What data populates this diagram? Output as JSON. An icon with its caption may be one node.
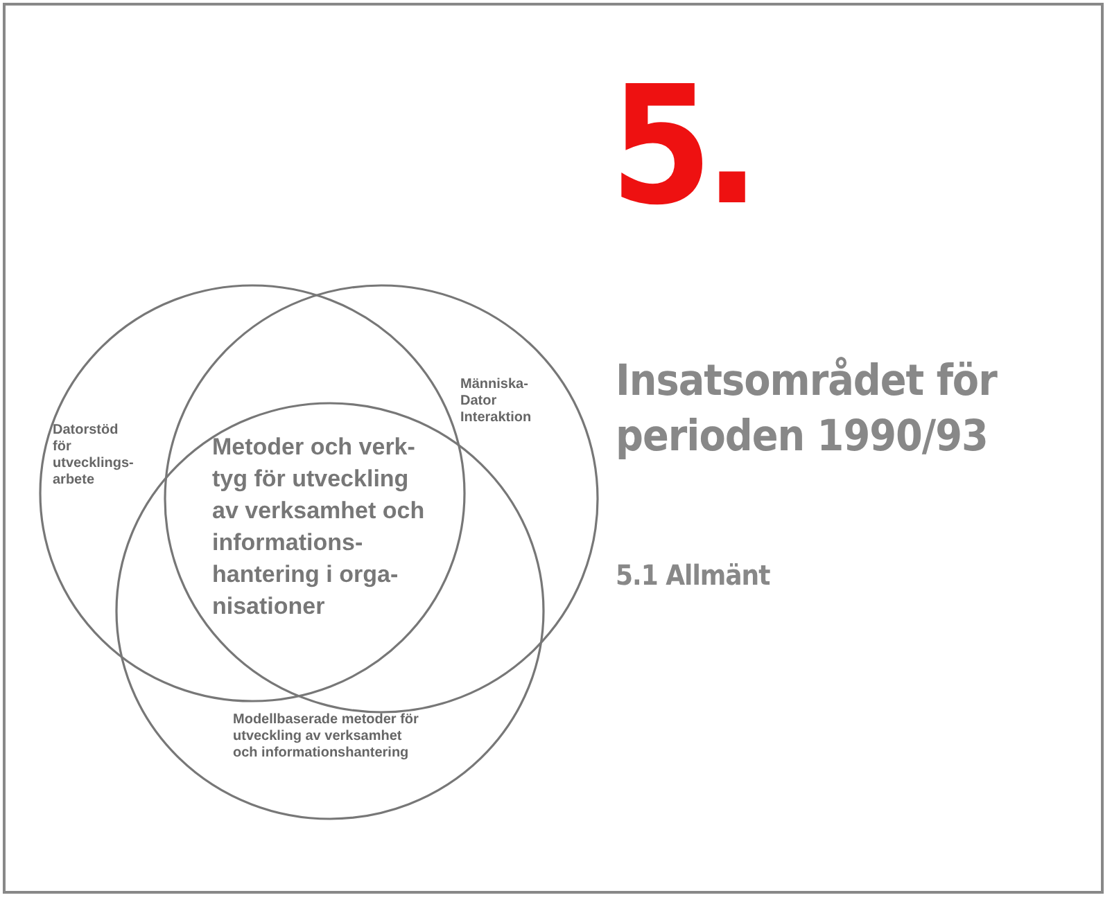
{
  "diagram": {
    "title": "Insatsområdet för perioden 1990/93",
    "nodes": [
      {
        "text": [
          "Datorstöd för utvecklings-arbete"
        ]
      },
      {
        "text": [
          "Människa-Dator Interaktion"
        ]
      },
      {
        "text": [
          "Modellbaserade metoder för utveckling av verksamhet och informationshantering"
        ]
      }
    ],
    "labels": [
      "5.",
      "Metoder och verk-tyg för utveckling av verksamhet och informations-hantering i orga-nisationer",
      "5.1 Allmänt"
    ]
  }
}
